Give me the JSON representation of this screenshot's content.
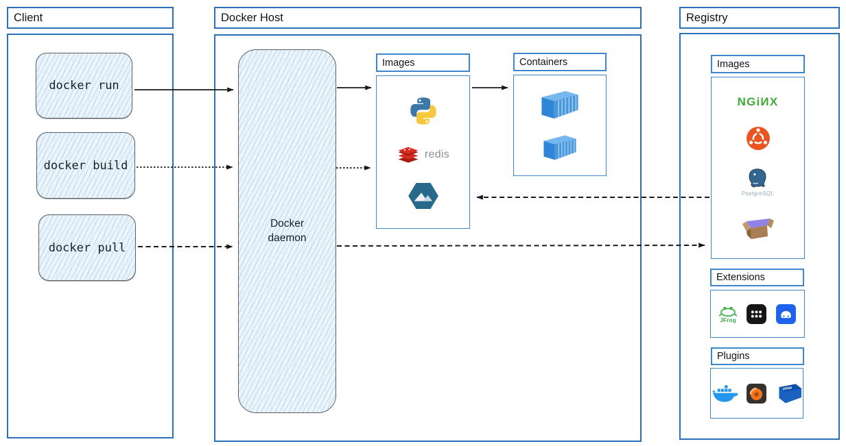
{
  "client": {
    "title": "Client",
    "commands": [
      {
        "label": "docker run"
      },
      {
        "label": "docker build"
      },
      {
        "label": "docker pull"
      }
    ]
  },
  "docker_host": {
    "title": "Docker Host",
    "daemon_label": "Docker daemon",
    "images_panel": {
      "title": "Images",
      "items": [
        {
          "icon": "python-icon"
        },
        {
          "icon": "redis-icon",
          "label": "redis"
        },
        {
          "icon": "alpine-icon"
        }
      ]
    },
    "containers_panel": {
      "title": "Containers",
      "items": [
        {
          "icon": "container-icon"
        },
        {
          "icon": "container-icon"
        }
      ]
    }
  },
  "registry": {
    "title": "Registry",
    "images_panel": {
      "title": "Images",
      "items": [
        {
          "icon": "nginx-icon",
          "label": "NGiИX"
        },
        {
          "icon": "ubuntu-icon"
        },
        {
          "icon": "postgresql-icon",
          "label": "PostgreSQL"
        },
        {
          "icon": "package-box-icon"
        }
      ]
    },
    "extensions_panel": {
      "title": "Extensions",
      "items": [
        {
          "icon": "jfrog-icon",
          "label": "JFrog"
        },
        {
          "icon": "grid-dots-app-icon"
        },
        {
          "icon": "server-app-icon"
        }
      ]
    },
    "plugins_panel": {
      "title": "Plugins",
      "items": [
        {
          "icon": "docker-whale-icon"
        },
        {
          "icon": "grafana-icon"
        },
        {
          "icon": "vmware-icon",
          "label": "vmw"
        }
      ]
    }
  },
  "arrows": [
    {
      "from": "docker-run",
      "to": "docker-daemon",
      "style": "solid"
    },
    {
      "from": "docker-daemon",
      "to": "host-images",
      "style": "solid"
    },
    {
      "from": "host-images",
      "to": "containers",
      "style": "solid"
    },
    {
      "from": "docker-build",
      "to": "docker-daemon",
      "style": "dotted"
    },
    {
      "from": "docker-daemon",
      "to": "host-images",
      "style": "dotted"
    },
    {
      "from": "docker-pull",
      "to": "docker-daemon",
      "style": "dashed"
    },
    {
      "from": "docker-daemon",
      "to": "registry-images",
      "style": "dashed"
    },
    {
      "from": "registry-images",
      "to": "host-images",
      "style": "dashed"
    }
  ],
  "colors": {
    "outer_border": "#2a6fb8",
    "panel_border": "#3e86cc",
    "sketch_fill": "#edf5fc",
    "arrow": "#181818",
    "nginx_green": "#3dab35",
    "ubuntu_orange": "#e95420",
    "docker_blue": "#2496ed"
  }
}
